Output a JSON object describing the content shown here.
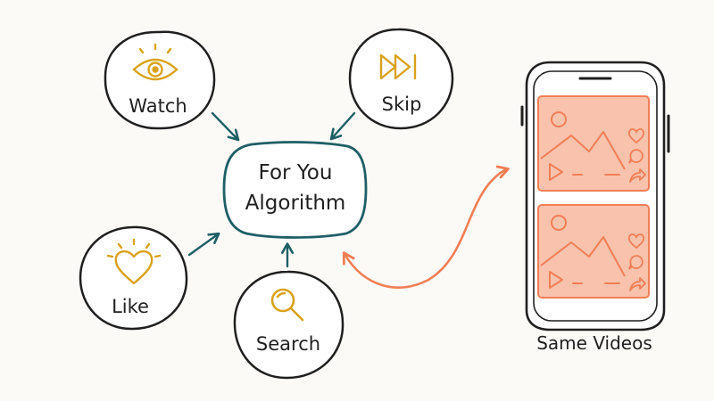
{
  "center": {
    "line1": "For You",
    "line2": "Algorithm"
  },
  "inputs": {
    "watch": "Watch",
    "skip": "Skip",
    "like": "Like",
    "search": "Search"
  },
  "phone": {
    "caption": "Same Videos"
  },
  "colors": {
    "ink": "#1f1f1f",
    "teal": "#1e5f66",
    "gold": "#d9a21b",
    "coral": "#f07e55",
    "card_fill": "#f8c2ad"
  },
  "icons": {
    "watch": "eye-icon",
    "skip": "fast-forward-icon",
    "like": "heart-icon",
    "search": "magnifier-icon"
  }
}
